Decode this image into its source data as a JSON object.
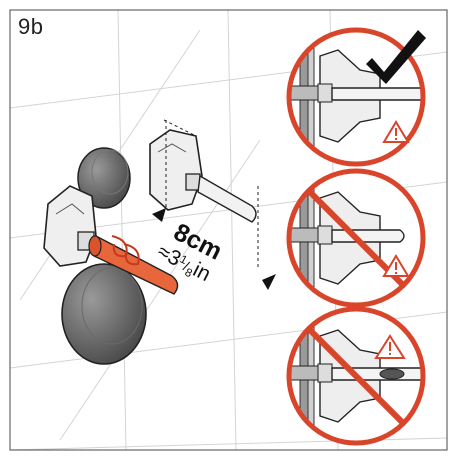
{
  "step": {
    "label": "9b"
  },
  "dimension": {
    "metric": "8cm",
    "approx_symbol": "≈",
    "imperial_whole": "3",
    "imperial_num": "1",
    "imperial_den": "8",
    "imperial_unit": "in"
  },
  "panels": [
    {
      "id": "correct",
      "status": "ok",
      "mark": "check-icon",
      "warning": "warning-icon"
    },
    {
      "id": "too-short",
      "status": "wrong",
      "mark": "prohibited-icon",
      "warning": "warning-icon"
    },
    {
      "id": "too-deep",
      "status": "wrong",
      "mark": "prohibited-icon",
      "warning": "warning-icon"
    }
  ],
  "colors": {
    "frame": "#666666",
    "grid": "#cccccc",
    "red": "#d9452b",
    "orange": "#e8663c",
    "metal_light": "#eeeeee",
    "cap_dark": "#555555",
    "check": "#111111"
  }
}
